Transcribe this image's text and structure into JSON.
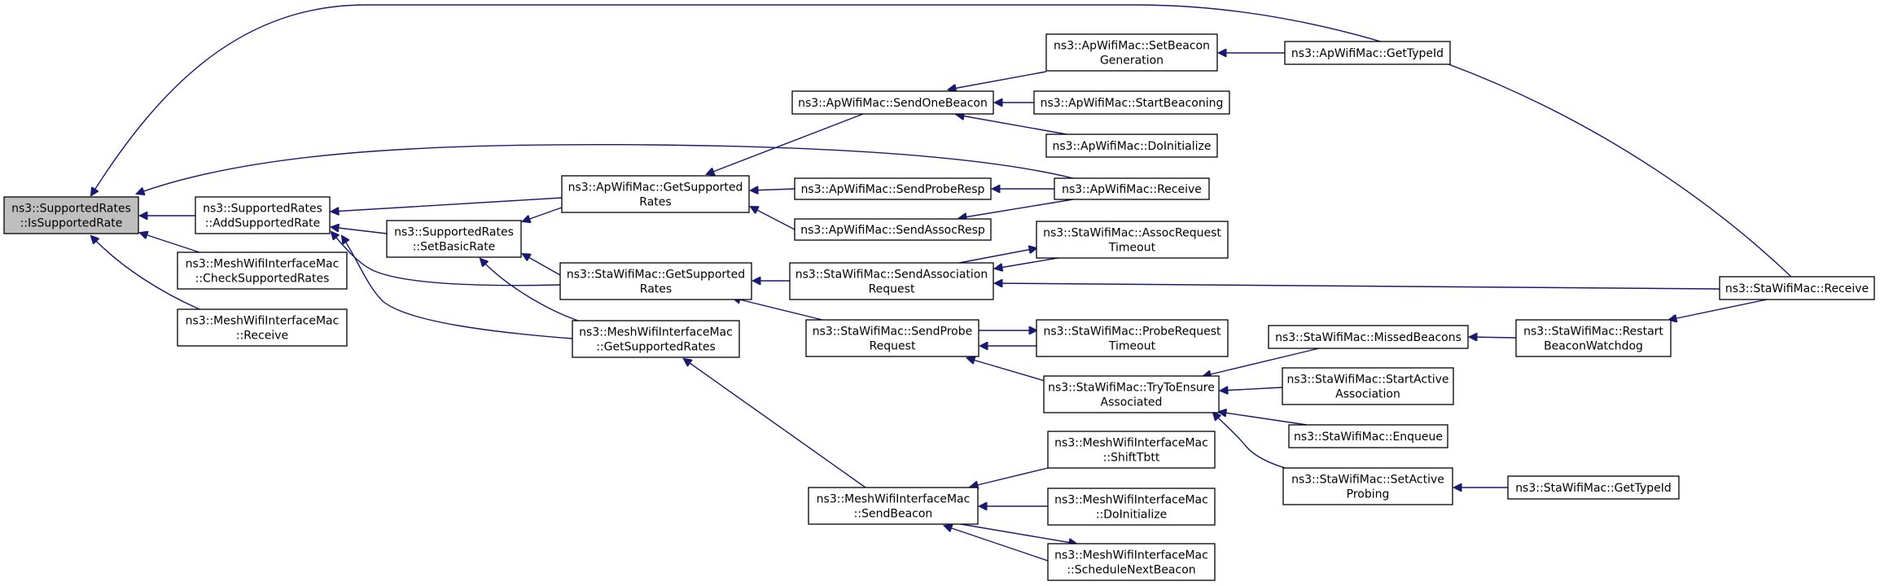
{
  "graph": {
    "nodes": [
      {
        "id": "n0",
        "lines": [
          "ns3::SupportedRates",
          "::IsSupportedRate"
        ],
        "highlighted": true
      },
      {
        "id": "n1",
        "lines": [
          "ns3::SupportedRates",
          "::AddSupportedRate"
        ]
      },
      {
        "id": "n2",
        "lines": [
          "ns3::MeshWifiInterfaceMac",
          "::CheckSupportedRates"
        ]
      },
      {
        "id": "n3",
        "lines": [
          "ns3::MeshWifiInterfaceMac",
          "::Receive"
        ]
      },
      {
        "id": "n4",
        "lines": [
          "ns3::SupportedRates",
          "::SetBasicRate"
        ]
      },
      {
        "id": "n5",
        "lines": [
          "ns3::ApWifiMac::GetSupported",
          "Rates"
        ]
      },
      {
        "id": "n6",
        "lines": [
          "ns3::StaWifiMac::GetSupported",
          "Rates"
        ]
      },
      {
        "id": "n7",
        "lines": [
          "ns3::MeshWifiInterfaceMac",
          "::GetSupportedRates"
        ]
      },
      {
        "id": "n8",
        "lines": [
          "ns3::ApWifiMac::SendOneBeacon"
        ]
      },
      {
        "id": "n9",
        "lines": [
          "ns3::ApWifiMac::SendProbeResp"
        ]
      },
      {
        "id": "n10",
        "lines": [
          "ns3::ApWifiMac::SendAssocResp"
        ]
      },
      {
        "id": "n11",
        "lines": [
          "ns3::StaWifiMac::SendAssociation",
          "Request"
        ]
      },
      {
        "id": "n12",
        "lines": [
          "ns3::StaWifiMac::SendProbe",
          "Request"
        ]
      },
      {
        "id": "n13",
        "lines": [
          "ns3::MeshWifiInterfaceMac",
          "::SendBeacon"
        ]
      },
      {
        "id": "n14",
        "lines": [
          "ns3::ApWifiMac::SetBeacon",
          "Generation"
        ]
      },
      {
        "id": "n15",
        "lines": [
          "ns3::ApWifiMac::StartBeaconing"
        ]
      },
      {
        "id": "n16",
        "lines": [
          "ns3::ApWifiMac::DoInitialize"
        ]
      },
      {
        "id": "n17",
        "lines": [
          "ns3::ApWifiMac::Receive"
        ]
      },
      {
        "id": "n18",
        "lines": [
          "ns3::StaWifiMac::AssocRequest",
          "Timeout"
        ]
      },
      {
        "id": "n19",
        "lines": [
          "ns3::StaWifiMac::ProbeRequest",
          "Timeout"
        ]
      },
      {
        "id": "n20",
        "lines": [
          "ns3::StaWifiMac::TryToEnsure",
          "Associated"
        ]
      },
      {
        "id": "n21",
        "lines": [
          "ns3::MeshWifiInterfaceMac",
          "::ShiftTbtt"
        ]
      },
      {
        "id": "n22",
        "lines": [
          "ns3::MeshWifiInterfaceMac",
          "::DoInitialize"
        ]
      },
      {
        "id": "n23",
        "lines": [
          "ns3::MeshWifiInterfaceMac",
          "::ScheduleNextBeacon"
        ]
      },
      {
        "id": "n24",
        "lines": [
          "ns3::ApWifiMac::GetTypeId"
        ]
      },
      {
        "id": "n25",
        "lines": [
          "ns3::StaWifiMac::Receive"
        ]
      },
      {
        "id": "n26",
        "lines": [
          "ns3::StaWifiMac::MissedBeacons"
        ]
      },
      {
        "id": "n27",
        "lines": [
          "ns3::StaWifiMac::StartActive",
          "Association"
        ]
      },
      {
        "id": "n28",
        "lines": [
          "ns3::StaWifiMac::Enqueue"
        ]
      },
      {
        "id": "n29",
        "lines": [
          "ns3::StaWifiMac::SetActive",
          "Probing"
        ]
      },
      {
        "id": "n30",
        "lines": [
          "ns3::StaWifiMac::Restart",
          "BeaconWatchdog"
        ]
      },
      {
        "id": "n31",
        "lines": [
          "ns3::StaWifiMac::GetTypeId"
        ]
      }
    ],
    "edges": [
      {
        "from": "n1",
        "to": "n0"
      },
      {
        "from": "n2",
        "to": "n0"
      },
      {
        "from": "n3",
        "to": "n0"
      },
      {
        "from": "n17",
        "to": "n0"
      },
      {
        "from": "n25",
        "to": "n0"
      },
      {
        "from": "n4",
        "to": "n1"
      },
      {
        "from": "n5",
        "to": "n1"
      },
      {
        "from": "n6",
        "to": "n1"
      },
      {
        "from": "n7",
        "to": "n1"
      },
      {
        "from": "n5",
        "to": "n4"
      },
      {
        "from": "n6",
        "to": "n4"
      },
      {
        "from": "n7",
        "to": "n4"
      },
      {
        "from": "n8",
        "to": "n5"
      },
      {
        "from": "n9",
        "to": "n5"
      },
      {
        "from": "n10",
        "to": "n5"
      },
      {
        "from": "n11",
        "to": "n6"
      },
      {
        "from": "n12",
        "to": "n6"
      },
      {
        "from": "n13",
        "to": "n7"
      },
      {
        "from": "n14",
        "to": "n8"
      },
      {
        "from": "n15",
        "to": "n8"
      },
      {
        "from": "n16",
        "to": "n8"
      },
      {
        "from": "n17",
        "to": "n9"
      },
      {
        "from": "n17",
        "to": "n10"
      },
      {
        "from": "n18",
        "to": "n11"
      },
      {
        "from": "n25",
        "to": "n11"
      },
      {
        "from": "n19",
        "to": "n12"
      },
      {
        "from": "n20",
        "to": "n12"
      },
      {
        "from": "n21",
        "to": "n13"
      },
      {
        "from": "n22",
        "to": "n13"
      },
      {
        "from": "n23",
        "to": "n13"
      },
      {
        "from": "n24",
        "to": "n14"
      },
      {
        "from": "n11",
        "to": "n18"
      },
      {
        "from": "n12",
        "to": "n19"
      },
      {
        "from": "n26",
        "to": "n20"
      },
      {
        "from": "n27",
        "to": "n20"
      },
      {
        "from": "n28",
        "to": "n20"
      },
      {
        "from": "n29",
        "to": "n20"
      },
      {
        "from": "n13",
        "to": "n23"
      },
      {
        "from": "n30",
        "to": "n26"
      },
      {
        "from": "n31",
        "to": "n29"
      },
      {
        "from": "n25",
        "to": "n30"
      }
    ]
  }
}
